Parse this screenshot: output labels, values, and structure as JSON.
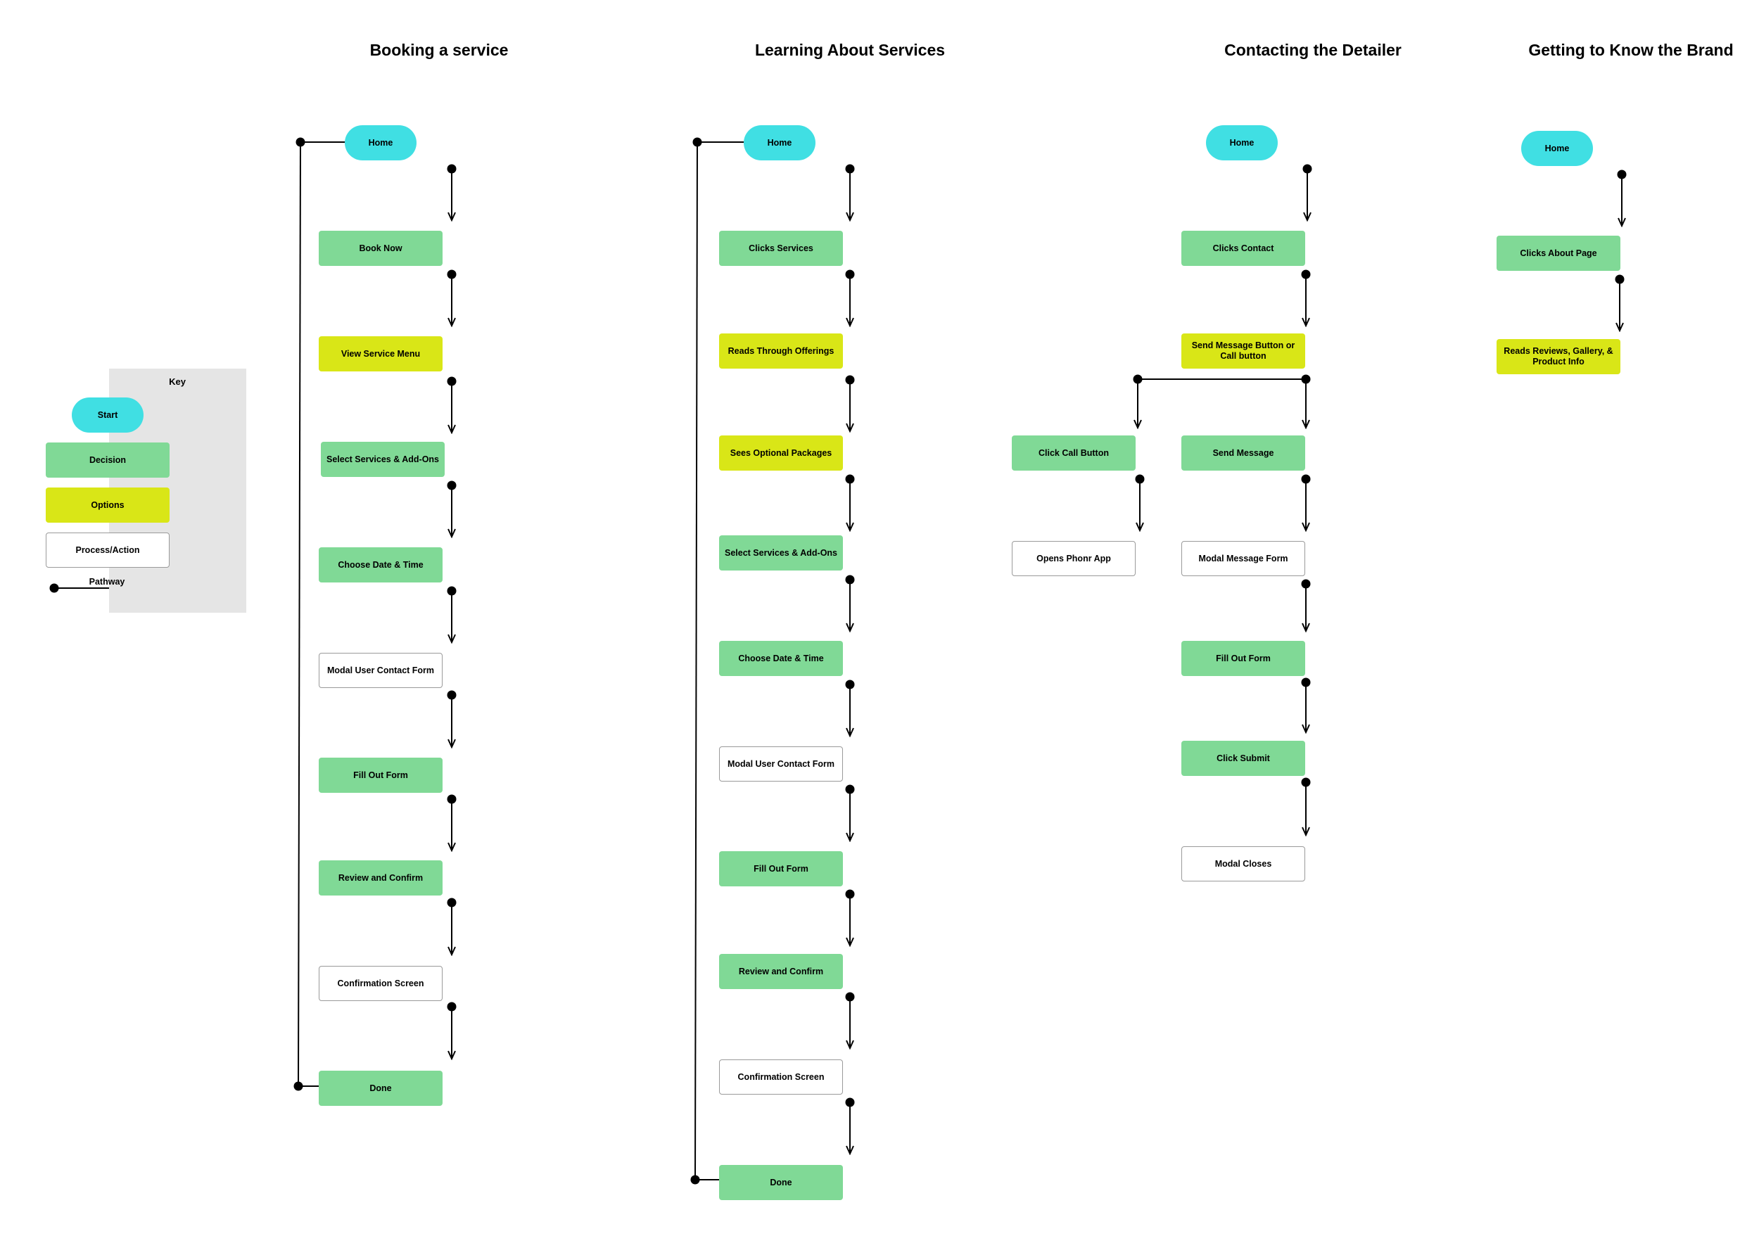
{
  "colors": {
    "start": "#40dfe3",
    "decision": "#80d996",
    "options": "#d9e617",
    "process": "#ffffff",
    "line": "#000000"
  },
  "titles": {
    "booking": "Booking a service",
    "learning": "Learning About Services",
    "contacting": "Contacting the Detailer",
    "brand": "Getting to Know the Brand"
  },
  "key": {
    "title": "Key",
    "start": "Start",
    "decision": "Decision",
    "options": "Options",
    "process": "Process/Action",
    "pathway": "Pathway"
  },
  "booking": [
    {
      "label": "Home",
      "kind": "start"
    },
    {
      "label": "Book Now",
      "kind": "decision"
    },
    {
      "label": "View Service Menu",
      "kind": "options"
    },
    {
      "label": "Select Services & Add-Ons",
      "kind": "decision"
    },
    {
      "label": "Choose Date & Time",
      "kind": "decision"
    },
    {
      "label": "Modal User Contact Form",
      "kind": "process"
    },
    {
      "label": "Fill Out Form",
      "kind": "decision"
    },
    {
      "label": "Review and Confirm",
      "kind": "decision"
    },
    {
      "label": "Confirmation Screen",
      "kind": "process"
    },
    {
      "label": "Done",
      "kind": "decision"
    }
  ],
  "learning": [
    {
      "label": "Home",
      "kind": "start"
    },
    {
      "label": "Clicks Services",
      "kind": "decision"
    },
    {
      "label": "Reads Through Offerings",
      "kind": "options"
    },
    {
      "label": "Sees Optional Packages",
      "kind": "options"
    },
    {
      "label": "Select Services & Add-Ons",
      "kind": "decision"
    },
    {
      "label": "Choose Date & Time",
      "kind": "decision"
    },
    {
      "label": "Modal User Contact Form",
      "kind": "process"
    },
    {
      "label": "Fill Out Form",
      "kind": "decision"
    },
    {
      "label": "Review and Confirm",
      "kind": "decision"
    },
    {
      "label": "Confirmation Screen",
      "kind": "process"
    },
    {
      "label": "Done",
      "kind": "decision"
    }
  ],
  "contacting": {
    "main": [
      {
        "label": "Home",
        "kind": "start"
      },
      {
        "label": "Clicks Contact",
        "kind": "decision"
      },
      {
        "label": "Send Message Button or Call button",
        "kind": "options"
      },
      {
        "label": "Send Message",
        "kind": "decision"
      },
      {
        "label": "Modal  Message Form",
        "kind": "process"
      },
      {
        "label": "Fill Out Form",
        "kind": "decision"
      },
      {
        "label": "Click Submit",
        "kind": "decision"
      },
      {
        "label": "Modal  Closes",
        "kind": "process"
      }
    ],
    "branch": [
      {
        "label": "Click Call Button",
        "kind": "decision"
      },
      {
        "label": "Opens Phonr App",
        "kind": "process"
      }
    ]
  },
  "brand": [
    {
      "label": "Home",
      "kind": "start"
    },
    {
      "label": "Clicks About Page",
      "kind": "decision"
    },
    {
      "label": "Reads Reviews, Gallery, & Product Info",
      "kind": "options"
    }
  ]
}
